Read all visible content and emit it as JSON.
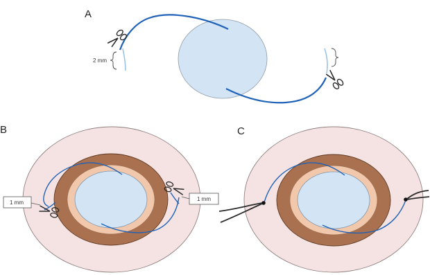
{
  "panels": {
    "a": {
      "letter": "A",
      "dimension_label": "2 mm"
    },
    "b": {
      "letter": "B",
      "left_label": "1 mm",
      "right_label": "1 mm"
    },
    "c": {
      "letter": "C"
    }
  },
  "colors": {
    "suture": "#1f62b8",
    "cornea": "#d3e5f4",
    "cornea_stroke": "#8e9aa6",
    "iris_outer": "#a9714f",
    "iris_inner": "#f2c8ad",
    "sclera": "#f5e3e3",
    "sclera_stroke": "#8f8080",
    "instrument": "#2b2b2b"
  },
  "icons": [
    "scissors-icon",
    "forceps-icon",
    "brace-icon",
    "knot-icon"
  ]
}
